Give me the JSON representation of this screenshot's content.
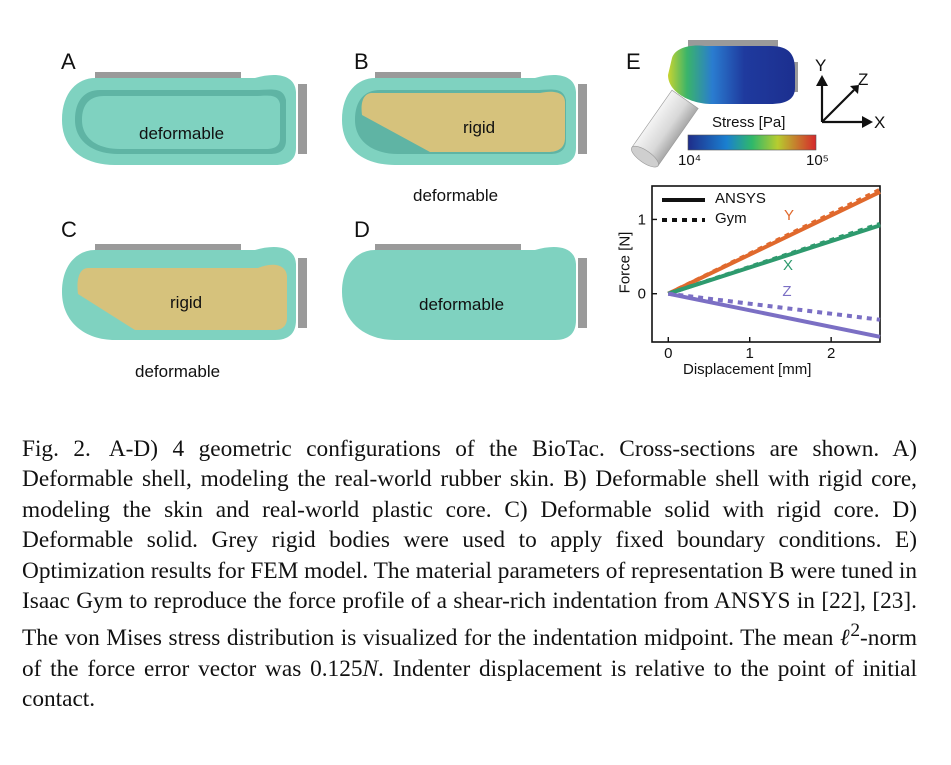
{
  "panels": {
    "A": {
      "letter": "A",
      "label": "deformable"
    },
    "B": {
      "letter": "B",
      "core_label": "rigid",
      "outer_label": "deformable"
    },
    "C": {
      "letter": "C",
      "core_label": "rigid",
      "outer_label": "deformable"
    },
    "D": {
      "letter": "D",
      "label": "deformable"
    },
    "E": {
      "letter": "E",
      "colorbar_title": "Stress [Pa]",
      "colorbar_min": "10⁴",
      "colorbar_max": "10⁵",
      "axes": {
        "x": "X",
        "y": "Y",
        "z": "Z"
      }
    }
  },
  "chart_data": {
    "type": "line",
    "xlabel": "Displacement [mm]",
    "ylabel": "Force [N]",
    "xlim": [
      -0.2,
      2.6
    ],
    "ylim": [
      -0.65,
      1.45
    ],
    "xticks": [
      0,
      1,
      2
    ],
    "yticks": [
      0,
      1
    ],
    "legend": {
      "placement": "top-left",
      "entries": [
        "ANSYS",
        "Gym"
      ]
    },
    "series": [
      {
        "name": "Y",
        "color": "#e0692d",
        "ansys": {
          "x": [
            0,
            2.6
          ],
          "y": [
            0,
            1.37
          ]
        },
        "gym": {
          "x": [
            0,
            2.6
          ],
          "y": [
            0,
            1.4
          ]
        }
      },
      {
        "name": "X",
        "color": "#2e9a6e",
        "ansys": {
          "x": [
            0,
            2.6
          ],
          "y": [
            0,
            0.92
          ]
        },
        "gym": {
          "x": [
            0,
            2.6
          ],
          "y": [
            0,
            0.94
          ]
        }
      },
      {
        "name": "Z",
        "color": "#7b6fc4",
        "ansys": {
          "x": [
            0,
            2.6
          ],
          "y": [
            0,
            -0.58
          ]
        },
        "gym": {
          "x": [
            0,
            2.6
          ],
          "y": [
            0,
            -0.35
          ]
        }
      }
    ]
  },
  "caption": {
    "fig_label": "Fig. 2.",
    "text_1": "A-D) 4 geometric configurations of the BioTac. Cross-sections are shown. A) Deformable shell, modeling the real-world rubber skin. B) Deformable shell with rigid core, modeling the skin and real-world plastic core. C) Deformable solid with rigid core. D) Deformable solid. Grey rigid bodies were used to apply fixed boundary conditions. E) Optimization results for FEM model. The material parameters of representation B were tuned in Isaac Gym to reproduce the force profile of a shear-rich indentation from ANSYS in [22], [23]. The von Mises stress distribution is visualized for the indentation midpoint. The mean ",
    "ell": "ℓ",
    "sup": "2",
    "text_2": "-norm of the force error vector was ",
    "value": "0.125",
    "unit": "N",
    "text_3": ". Indenter displacement is relative to the point of initial contact."
  }
}
